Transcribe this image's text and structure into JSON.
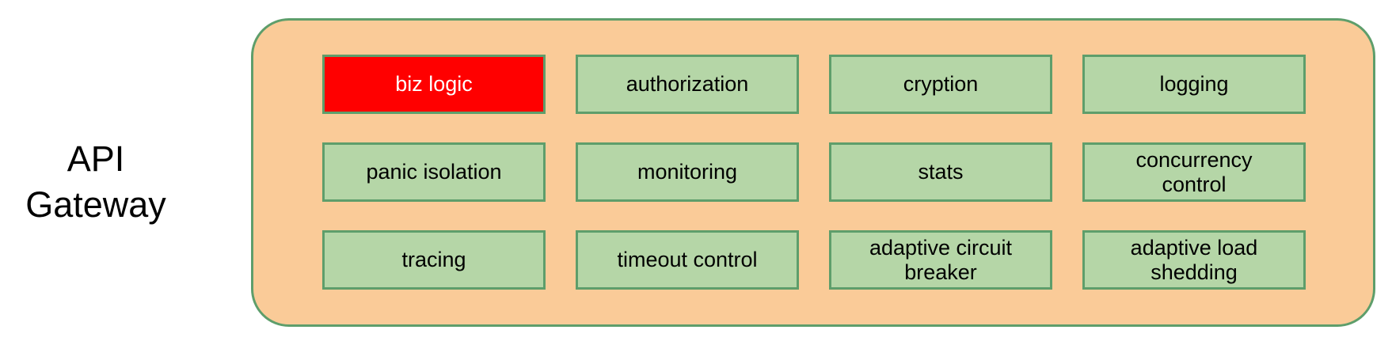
{
  "diagram": {
    "side_label": "API\nGateway",
    "container_name": "API Gateway",
    "boxes": [
      {
        "label": "biz logic",
        "highlighted": true
      },
      {
        "label": "authorization",
        "highlighted": false
      },
      {
        "label": "cryption",
        "highlighted": false
      },
      {
        "label": "logging",
        "highlighted": false
      },
      {
        "label": "panic isolation",
        "highlighted": false
      },
      {
        "label": "monitoring",
        "highlighted": false
      },
      {
        "label": "stats",
        "highlighted": false
      },
      {
        "label": "concurrency\ncontrol",
        "highlighted": false
      },
      {
        "label": "tracing",
        "highlighted": false
      },
      {
        "label": "timeout control",
        "highlighted": false
      },
      {
        "label": "adaptive circuit\nbreaker",
        "highlighted": false
      },
      {
        "label": "adaptive load\nshedding",
        "highlighted": false
      }
    ]
  },
  "colors": {
    "page_bg": "#ffffff",
    "container_fill": "#FACB98",
    "shape_border": "#5E9E6B",
    "box_fill": "#B5D6A7",
    "highlight_fill": "#FF0000",
    "highlight_text": "#ffffff",
    "text": "#000000"
  }
}
